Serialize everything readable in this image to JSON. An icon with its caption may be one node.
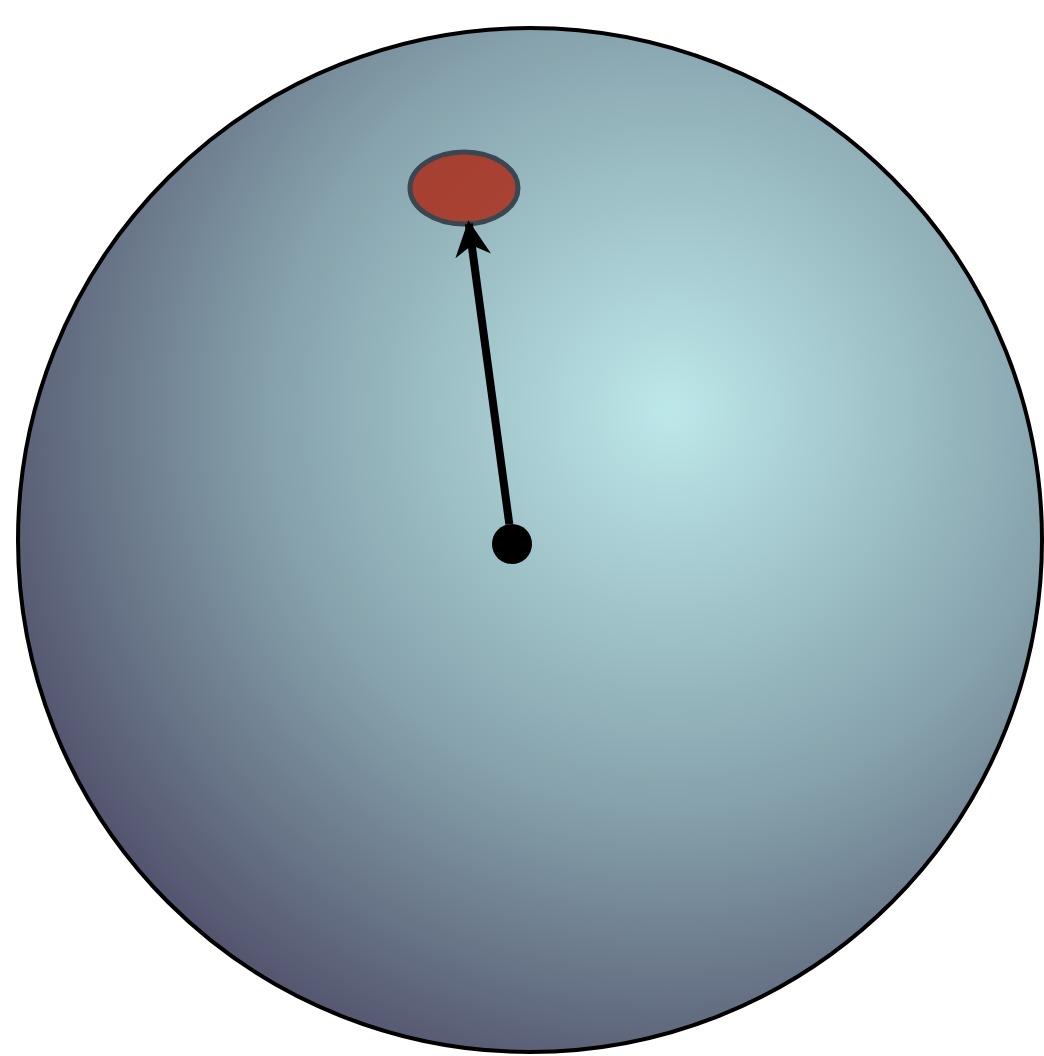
{
  "diagram": {
    "nodes": [
      {
        "text": [],
        "shape": "circle"
      },
      {
        "text": [],
        "shape": "circle",
        "in": 0
      },
      {
        "text": [],
        "shape": "ellipse",
        "in": 0
      }
    ],
    "edges": [
      {
        "from": 1,
        "to": 2,
        "arrow": "to"
      }
    ]
  }
}
